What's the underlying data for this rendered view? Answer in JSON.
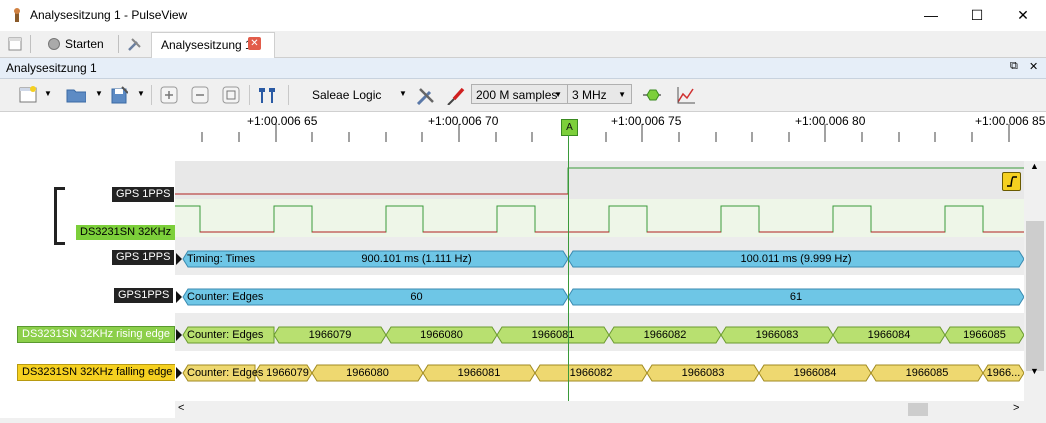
{
  "window": {
    "title": "Analysesitzung 1 - PulseView"
  },
  "tabs": {
    "start_label": "Starten",
    "session_label": "Analysesitzung 1"
  },
  "dock": {
    "title": "Analysesitzung 1"
  },
  "toolbar": {
    "device": "Saleae Logic",
    "samples": "200 M samples",
    "rate": "3 MHz"
  },
  "ruler": {
    "ticks": [
      "+1:00.006 65",
      "+1:00.006 70",
      "+1:00.006 75",
      "+1:00.006 80",
      "+1:00.006 85"
    ],
    "cursor_label": "A"
  },
  "channels": {
    "gps_label": "GPS 1PPS",
    "ds_label": "DS3231SN 32KHz"
  },
  "decoders": [
    {
      "label": "GPS 1PPS",
      "name": "Timing: Times",
      "values": [
        "900.101 ms (1.111 Hz)",
        "100.011 ms (9.999 Hz)"
      ]
    },
    {
      "label": "GPS1PPS",
      "name": "Counter: Edges",
      "values": [
        "60",
        "61"
      ]
    },
    {
      "label": "DS3231SN 32KHz  rising edge",
      "name": "Counter: Edges",
      "values": [
        "1966079",
        "1966080",
        "1966081",
        "1966082",
        "1966083",
        "1966084",
        "1966085"
      ]
    },
    {
      "label": "DS3231SN 32KHz falling edge",
      "name": "Counter: Edges",
      "values": [
        "1966079",
        "1966080",
        "1966081",
        "1966082",
        "1966083",
        "1966084",
        "1966085",
        "1966..."
      ]
    }
  ],
  "colors": {
    "timing": "#6ec6e6",
    "counter": "#6ec6e6",
    "rising": "#b8e070",
    "falling": "#eed870",
    "cursor": "#3a9a3a"
  }
}
